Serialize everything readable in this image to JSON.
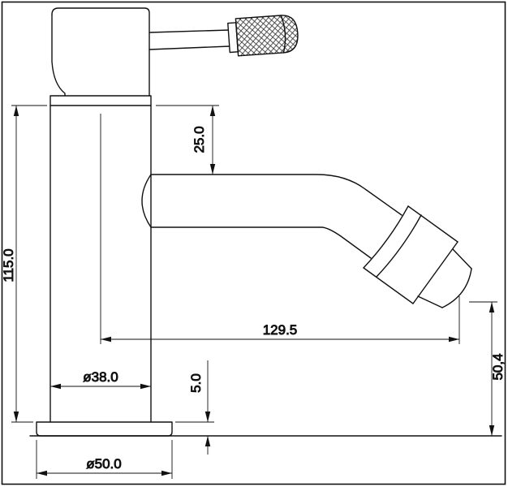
{
  "drawing": {
    "subject": "faucet technical drawing side elevation",
    "line_color": "#111111",
    "background_color": "#ffffff"
  },
  "dimensions": {
    "handle_to_spout": "25.0",
    "body_height": "115.0",
    "spout_reach": "129.5",
    "outlet_height": "50,4",
    "base_thickness": "5.0",
    "body_diameter": "ø38.0",
    "base_diameter": "ø50.0"
  }
}
